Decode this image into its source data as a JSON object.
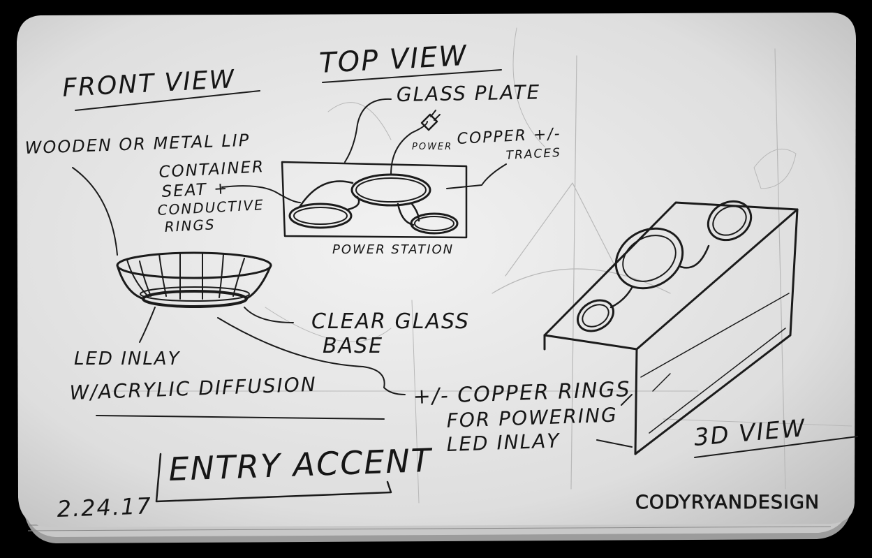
{
  "labels": {
    "front_view": "FRONT VIEW",
    "top_view": "TOP VIEW",
    "glass_plate": "GLASS PLATE",
    "wooden_lip": "WOODEN OR METAL LIP",
    "power": "POWER",
    "copper": "COPPER +/-",
    "traces": "TRACES",
    "container_1": "CONTAINER",
    "container_2": "SEAT +",
    "container_3": "CONDUCTIVE",
    "container_4": "RINGS",
    "power_station": "POWER STATION",
    "clear_glass": "CLEAR GLASS",
    "base": "BASE",
    "led_inlay": "LED INLAY",
    "acrylic": "W/ACRYLIC DIFFUSION",
    "copper_rings_1": "+/- COPPER RINGS",
    "copper_rings_2": "FOR POWERING",
    "copper_rings_3": "LED INLAY",
    "view_3d": "3D VIEW",
    "title": "ENTRY ACCENT",
    "date": "2.24.17"
  },
  "watermark": "CODYRYANDESIGN",
  "colors": {
    "background": "#000000",
    "paper": "#e3e3e3",
    "ink": "#1b1b1b"
  }
}
